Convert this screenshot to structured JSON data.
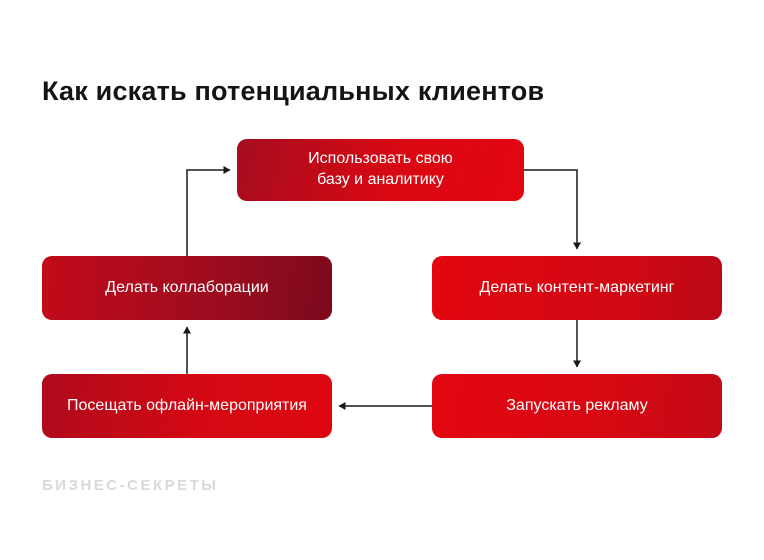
{
  "page": {
    "title": "Как искать потенциальных клиентов",
    "logo": "БИЗНЕС-СЕКРЕТЫ"
  },
  "colors": {
    "node_red": "#e30611",
    "node_dark_red": "#7c0a1d",
    "arrow": "#1a1a1a",
    "title_text": "#141414",
    "logo_gray": "#d9d9d9",
    "background": "#ffffff"
  },
  "diagram": {
    "nodes": [
      {
        "id": "use-base",
        "label": "Использовать свою\nбазу и аналитику"
      },
      {
        "id": "collaborations",
        "label": "Делать коллаборации"
      },
      {
        "id": "content-marketing",
        "label": "Делать контент-маркетинг"
      },
      {
        "id": "offline-events",
        "label": "Посещать офлайн-мероприятия"
      },
      {
        "id": "ads",
        "label": "Запускать рекламу"
      }
    ],
    "edges": [
      {
        "from": "collaborations",
        "to": "use-base"
      },
      {
        "from": "use-base",
        "to": "content-marketing"
      },
      {
        "from": "content-marketing",
        "to": "ads"
      },
      {
        "from": "ads",
        "to": "offline-events"
      },
      {
        "from": "offline-events",
        "to": "collaborations"
      }
    ]
  }
}
